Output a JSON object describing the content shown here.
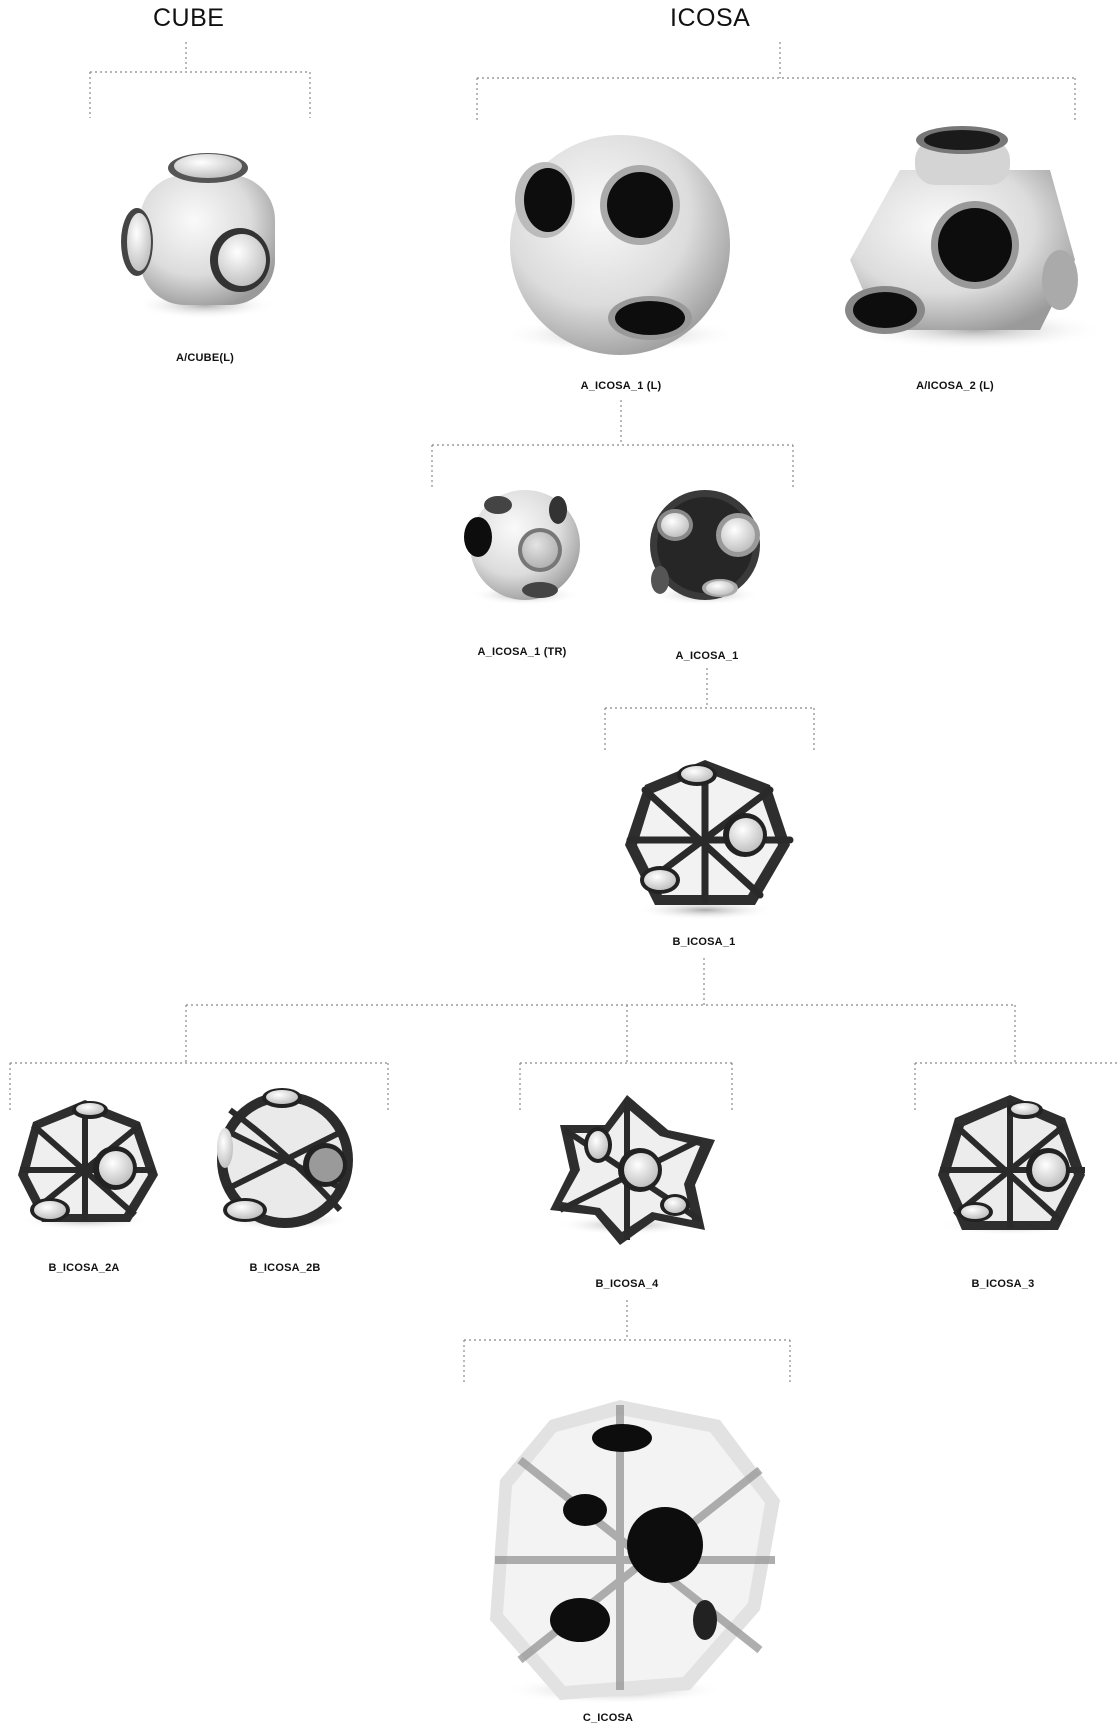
{
  "groups": {
    "cube": "CUBE",
    "icosa": "ICOSA"
  },
  "nodes": {
    "a_cube_l": "A/CUBE(L)",
    "a_icosa_1_l": "A_ICOSA_1 (L)",
    "a_icosa_2_l": "A/ICOSA_2 (L)",
    "a_icosa_1_tr": "A_ICOSA_1 (TR)",
    "a_icosa_1": "A_ICOSA_1",
    "b_icosa_1": "B_ICOSA_1",
    "b_icosa_2a": "B_ICOSA_2A",
    "b_icosa_2b": "B_ICOSA_2B",
    "b_icosa_4": "B_ICOSA_4",
    "b_icosa_3": "B_ICOSA_3",
    "c_icosa": "C_ICOSA"
  },
  "colors": {
    "connector": "#888888",
    "light_body": "#e4e4e4",
    "dark_frame": "#2b2b2b",
    "disc_light": "#d8d8d8",
    "disc_dark": "#101010"
  }
}
